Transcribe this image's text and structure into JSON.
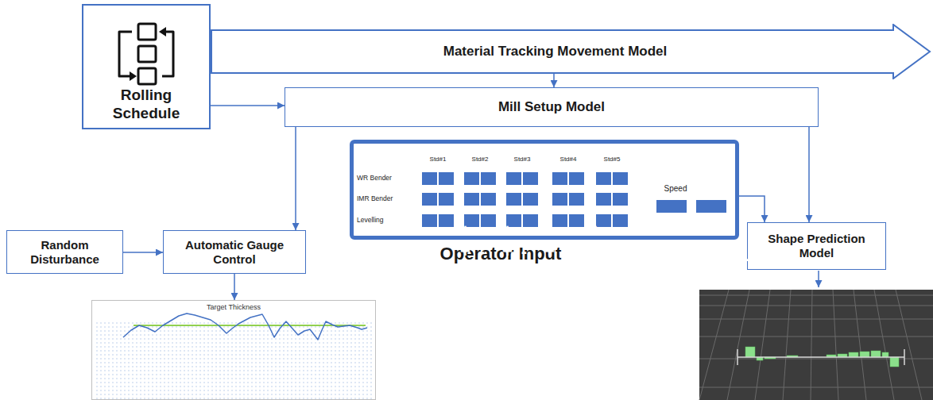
{
  "diagram": {
    "nodes": [
      {
        "text": [
          "Rolling Schedule"
        ]
      },
      {
        "text": [
          "Material Tracking Movement Model"
        ]
      },
      {
        "text": [
          "Mill Setup Model"
        ]
      },
      {
        "text": [
          "Operator Input"
        ]
      },
      {
        "text": [
          "+"
        ],
        "in": 3
      },
      {
        "text": [
          "-"
        ],
        "in": 3
      },
      {
        "text": [
          "+"
        ],
        "in": 3
      },
      {
        "text": [
          "-"
        ],
        "in": 3
      },
      {
        "text": [
          "+"
        ],
        "in": 3
      },
      {
        "text": [
          "-"
        ],
        "in": 3
      },
      {
        "text": [
          "+"
        ],
        "in": 3
      },
      {
        "text": [
          "-"
        ],
        "in": 3
      },
      {
        "text": [
          "+"
        ],
        "in": 3
      },
      {
        "text": [
          "-"
        ],
        "in": 3
      },
      {
        "text": [
          "+"
        ],
        "in": 3
      },
      {
        "text": [
          "-"
        ],
        "in": 3
      },
      {
        "text": [
          "+"
        ],
        "in": 3
      },
      {
        "text": [
          "-"
        ],
        "in": 3
      },
      {
        "text": [
          "+"
        ],
        "in": 3
      },
      {
        "text": [
          "-"
        ],
        "in": 3
      },
      {
        "text": [
          "+"
        ],
        "in": 3
      },
      {
        "text": [
          "-"
        ],
        "in": 3
      },
      {
        "text": [
          "+"
        ],
        "in": 3
      },
      {
        "text": [
          "-"
        ],
        "in": 3
      },
      {
        "text": [
          "+"
        ],
        "in": 3
      },
      {
        "text": [
          "-"
        ],
        "in": 3
      },
      {
        "text": [
          "+"
        ],
        "in": 3
      },
      {
        "text": [
          "-"
        ],
        "in": 3
      },
      {
        "text": [
          "+"
        ],
        "in": 3
      },
      {
        "text": [
          "-"
        ],
        "in": 3
      },
      {
        "text": [
          "+"
        ],
        "in": 3
      },
      {
        "text": [
          "-"
        ],
        "in": 3
      },
      {
        "text": [
          "+"
        ],
        "in": 3
      },
      {
        "text": [
          "-"
        ],
        "in": 3
      },
      {
        "text": [
          "+"
        ],
        "in": 3
      },
      {
        "text": [
          "-"
        ],
        "in": 3
      },
      {
        "text": [
          "Random Disturbance"
        ]
      },
      {
        "text": [
          "Automatic Gauge Control"
        ]
      },
      {
        "text": [
          "Shape Prediction Model"
        ]
      },
      {
        "text": [
          "Target Thickness"
        ]
      }
    ],
    "edges": [
      {
        "from": 1,
        "to": 2,
        "arrow": "to"
      },
      {
        "from": 0,
        "to": 2,
        "arrow": "to"
      },
      {
        "from": 2,
        "to": 37,
        "arrow": "to"
      },
      {
        "from": 2,
        "to": 38,
        "arrow": "to"
      },
      {
        "from": 3,
        "to": 38,
        "arrow": "to"
      },
      {
        "from": 36,
        "to": 37,
        "arrow": "to"
      },
      {
        "from": 37,
        "to": 39,
        "arrow": "to"
      }
    ],
    "labels": [
      "Std#1",
      "Std#2",
      "Std#3",
      "Std#4",
      "Std#5",
      "WR Bender",
      "IMR Bender",
      "Levelling",
      "Speed"
    ]
  }
}
